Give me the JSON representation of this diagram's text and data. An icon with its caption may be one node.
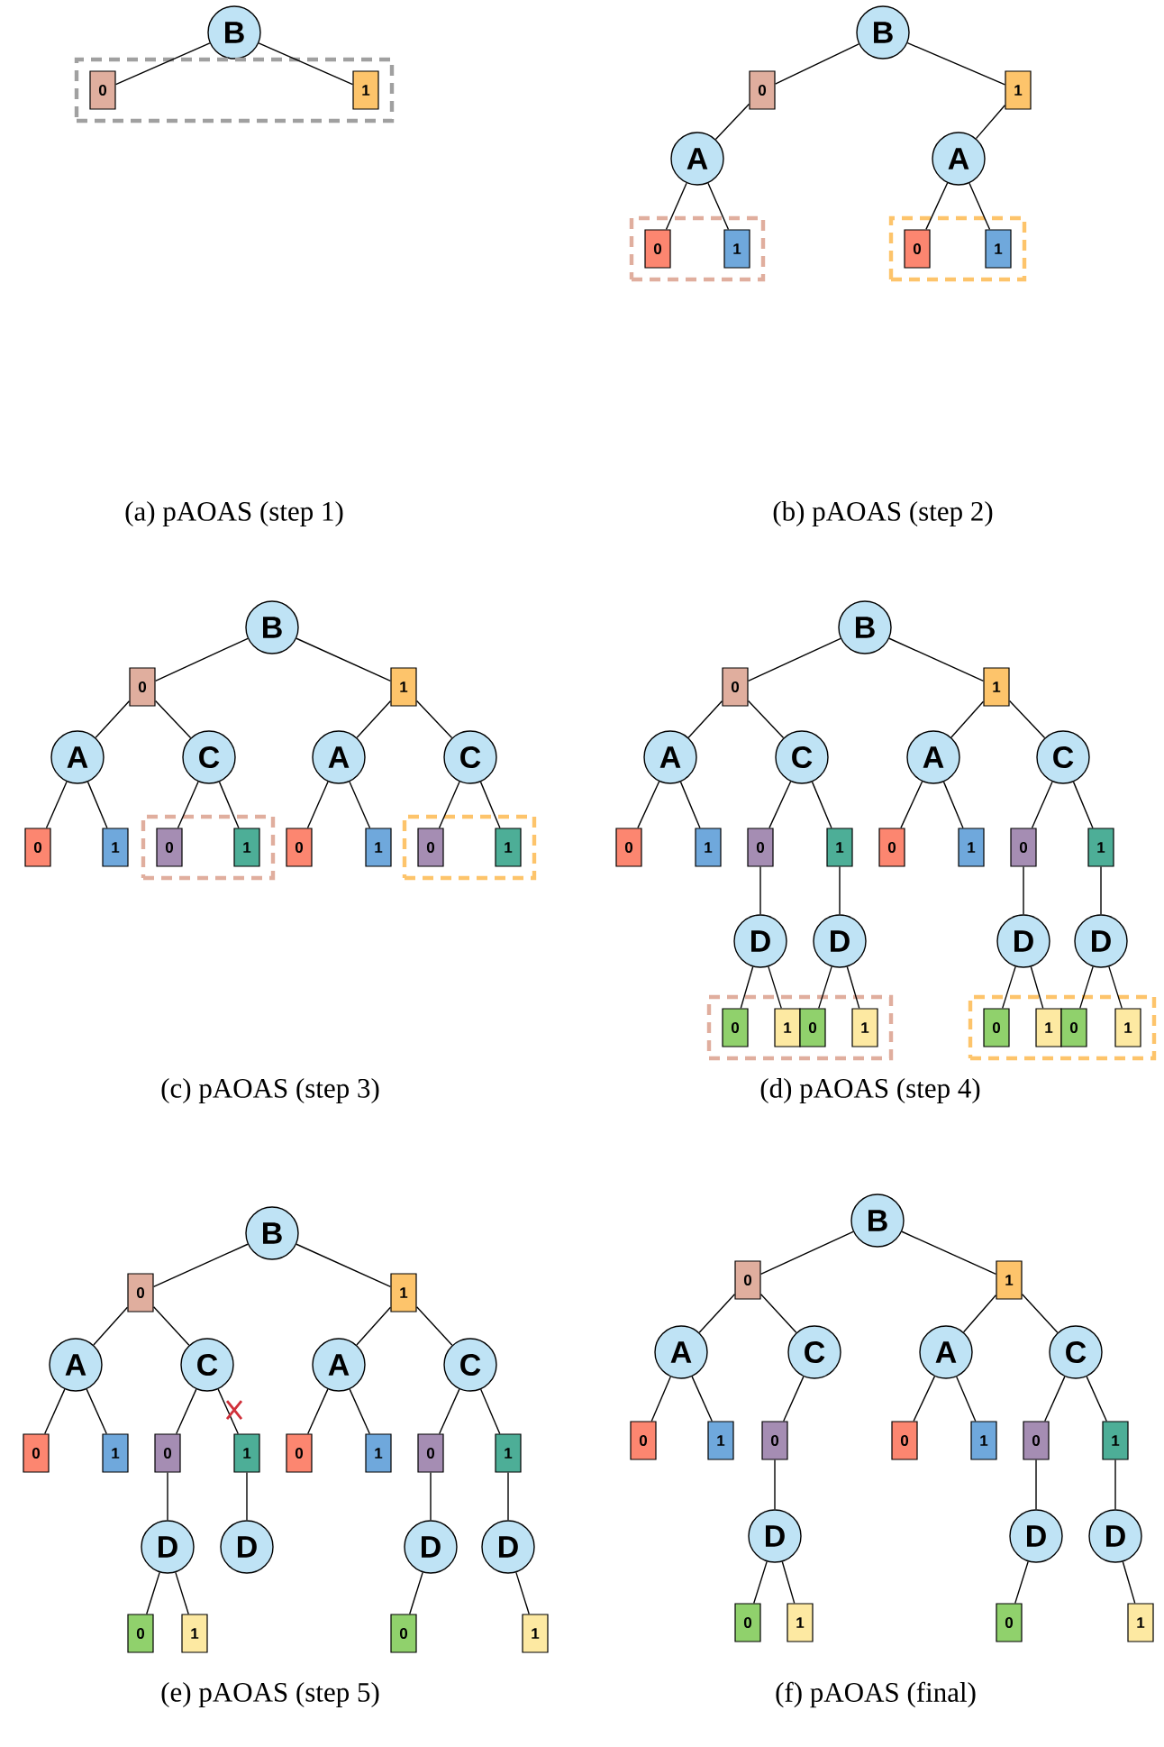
{
  "diagram": {
    "nodes": [
      {
        "text": [
          "B"
        ]
      },
      {
        "text": [],
        "shape": "box"
      },
      {
        "text": [
          "0"
        ],
        "in": 1
      },
      {
        "text": [
          "1"
        ],
        "in": 1
      },
      {
        "text": [
          "B"
        ]
      },
      {
        "text": [
          "0"
        ]
      },
      {
        "text": [
          "1"
        ]
      },
      {
        "text": [
          "A"
        ]
      },
      {
        "text": [
          "A"
        ]
      },
      {
        "text": [],
        "shape": "box"
      },
      {
        "text": [
          "0"
        ],
        "in": 9
      },
      {
        "text": [
          "1"
        ],
        "in": 9
      },
      {
        "text": [],
        "shape": "box"
      },
      {
        "text": [
          "0"
        ],
        "in": 12
      },
      {
        "text": [
          "1"
        ],
        "in": 12
      },
      {
        "text": [
          "B"
        ]
      },
      {
        "text": [
          "0"
        ]
      },
      {
        "text": [
          "1"
        ]
      },
      {
        "text": [
          "A"
        ]
      },
      {
        "text": [
          "C"
        ]
      },
      {
        "text": [
          "A"
        ]
      },
      {
        "text": [
          "C"
        ]
      },
      {
        "text": [
          "0"
        ]
      },
      {
        "text": [
          "1"
        ]
      },
      {
        "text": [],
        "shape": "box"
      },
      {
        "text": [
          "0"
        ],
        "in": 24
      },
      {
        "text": [
          "1"
        ],
        "in": 24
      },
      {
        "text": [
          "0"
        ]
      },
      {
        "text": [
          "1"
        ]
      },
      {
        "text": [],
        "shape": "box"
      },
      {
        "text": [
          "0"
        ],
        "in": 29
      },
      {
        "text": [
          "1"
        ],
        "in": 29
      },
      {
        "text": [
          "B"
        ]
      },
      {
        "text": [
          "0"
        ]
      },
      {
        "text": [
          "1"
        ]
      },
      {
        "text": [
          "A"
        ]
      },
      {
        "text": [
          "C"
        ]
      },
      {
        "text": [
          "A"
        ]
      },
      {
        "text": [
          "C"
        ]
      },
      {
        "text": [
          "0"
        ]
      },
      {
        "text": [
          "1"
        ]
      },
      {
        "text": [
          "0"
        ]
      },
      {
        "text": [
          "1"
        ]
      },
      {
        "text": [
          "0"
        ]
      },
      {
        "text": [
          "1"
        ]
      },
      {
        "text": [
          "0"
        ]
      },
      {
        "text": [
          "1"
        ]
      },
      {
        "text": [
          "D"
        ]
      },
      {
        "text": [
          "D"
        ]
      },
      {
        "text": [
          "D"
        ]
      },
      {
        "text": [
          "D"
        ]
      },
      {
        "text": [],
        "shape": "box"
      },
      {
        "text": [
          "0"
        ],
        "in": 51
      },
      {
        "text": [
          "1"
        ],
        "in": 51
      },
      {
        "text": [
          "0"
        ],
        "in": 51
      },
      {
        "text": [
          "1"
        ],
        "in": 51
      },
      {
        "text": [],
        "shape": "box"
      },
      {
        "text": [
          "0"
        ],
        "in": 56
      },
      {
        "text": [
          "1"
        ],
        "in": 56
      },
      {
        "text": [
          "0"
        ],
        "in": 56
      },
      {
        "text": [
          "1"
        ],
        "in": 56
      },
      {
        "text": [
          "B"
        ]
      },
      {
        "text": [
          "0"
        ]
      },
      {
        "text": [
          "1"
        ]
      },
      {
        "text": [
          "A"
        ]
      },
      {
        "text": [
          "C"
        ]
      },
      {
        "text": [
          "A"
        ]
      },
      {
        "text": [
          "C"
        ]
      },
      {
        "text": [
          "0"
        ]
      },
      {
        "text": [
          "1"
        ]
      },
      {
        "text": [
          "0"
        ]
      },
      {
        "text": [
          "1"
        ]
      },
      {
        "text": [
          "0"
        ]
      },
      {
        "text": [
          "1"
        ]
      },
      {
        "text": [
          "0"
        ]
      },
      {
        "text": [
          "1"
        ]
      },
      {
        "text": [
          "D"
        ]
      },
      {
        "text": [
          "D"
        ]
      },
      {
        "text": [
          "D"
        ]
      },
      {
        "text": [
          "D"
        ]
      },
      {
        "text": [
          "0"
        ]
      },
      {
        "text": [
          "1"
        ]
      },
      {
        "text": [
          "0"
        ]
      },
      {
        "text": [
          "1"
        ]
      },
      {
        "text": [
          "B"
        ]
      },
      {
        "text": [
          "0"
        ]
      },
      {
        "text": [
          "1"
        ]
      },
      {
        "text": [
          "A"
        ]
      },
      {
        "text": [
          "C"
        ]
      },
      {
        "text": [
          "A"
        ]
      },
      {
        "text": [
          "C"
        ]
      },
      {
        "text": [
          "0"
        ]
      },
      {
        "text": [
          "1"
        ]
      },
      {
        "text": [
          "0"
        ]
      },
      {
        "text": [
          "0"
        ]
      },
      {
        "text": [
          "1"
        ]
      },
      {
        "text": [
          "0"
        ]
      },
      {
        "text": [
          "1"
        ]
      },
      {
        "text": [
          "D"
        ]
      },
      {
        "text": [
          "D"
        ]
      },
      {
        "text": [
          "D"
        ]
      },
      {
        "text": [
          "0"
        ]
      },
      {
        "text": [
          "1"
        ]
      },
      {
        "text": [
          "0"
        ]
      },
      {
        "text": [
          "1"
        ]
      }
    ],
    "edges": [
      {
        "from": 0,
        "to": 2,
        "arrow": "none"
      },
      {
        "from": 0,
        "to": 3,
        "arrow": "none"
      },
      {
        "from": 4,
        "to": 5,
        "arrow": "none"
      },
      {
        "from": 4,
        "to": 6,
        "arrow": "none"
      },
      {
        "from": 5,
        "to": 7,
        "arrow": "none"
      },
      {
        "from": 6,
        "to": 8,
        "arrow": "none"
      },
      {
        "from": 7,
        "to": 10,
        "arrow": "none"
      },
      {
        "from": 7,
        "to": 11,
        "arrow": "none"
      },
      {
        "from": 8,
        "to": 13,
        "arrow": "none"
      },
      {
        "from": 8,
        "to": 14,
        "arrow": "none"
      },
      {
        "from": 15,
        "to": 16,
        "arrow": "none"
      },
      {
        "from": 15,
        "to": 17,
        "arrow": "none"
      },
      {
        "from": 16,
        "to": 18,
        "arrow": "none"
      },
      {
        "from": 16,
        "to": 19,
        "arrow": "none"
      },
      {
        "from": 17,
        "to": 20,
        "arrow": "none"
      },
      {
        "from": 17,
        "to": 21,
        "arrow": "none"
      },
      {
        "from": 18,
        "to": 22,
        "arrow": "none"
      },
      {
        "from": 18,
        "to": 23,
        "arrow": "none"
      },
      {
        "from": 19,
        "to": 25,
        "arrow": "none"
      },
      {
        "from": 19,
        "to": 26,
        "arrow": "none"
      },
      {
        "from": 20,
        "to": 27,
        "arrow": "none"
      },
      {
        "from": 20,
        "to": 28,
        "arrow": "none"
      },
      {
        "from": 21,
        "to": 30,
        "arrow": "none"
      },
      {
        "from": 21,
        "to": 31,
        "arrow": "none"
      },
      {
        "from": 32,
        "to": 33,
        "arrow": "none"
      },
      {
        "from": 32,
        "to": 34,
        "arrow": "none"
      },
      {
        "from": 33,
        "to": 35,
        "arrow": "none"
      },
      {
        "from": 33,
        "to": 36,
        "arrow": "none"
      },
      {
        "from": 34,
        "to": 37,
        "arrow": "none"
      },
      {
        "from": 34,
        "to": 38,
        "arrow": "none"
      },
      {
        "from": 35,
        "to": 39,
        "arrow": "none"
      },
      {
        "from": 35,
        "to": 40,
        "arrow": "none"
      },
      {
        "from": 36,
        "to": 41,
        "arrow": "none"
      },
      {
        "from": 36,
        "to": 42,
        "arrow": "none"
      },
      {
        "from": 37,
        "to": 43,
        "arrow": "none"
      },
      {
        "from": 37,
        "to": 44,
        "arrow": "none"
      },
      {
        "from": 38,
        "to": 45,
        "arrow": "none"
      },
      {
        "from": 38,
        "to": 46,
        "arrow": "none"
      },
      {
        "from": 41,
        "to": 47,
        "arrow": "none"
      },
      {
        "from": 42,
        "to": 48,
        "arrow": "none"
      },
      {
        "from": 45,
        "to": 49,
        "arrow": "none"
      },
      {
        "from": 46,
        "to": 50,
        "arrow": "none"
      },
      {
        "from": 47,
        "to": 52,
        "arrow": "none"
      },
      {
        "from": 47,
        "to": 53,
        "arrow": "none"
      },
      {
        "from": 48,
        "to": 54,
        "arrow": "none"
      },
      {
        "from": 48,
        "to": 55,
        "arrow": "none"
      },
      {
        "from": 49,
        "to": 57,
        "arrow": "none"
      },
      {
        "from": 49,
        "to": 58,
        "arrow": "none"
      },
      {
        "from": 50,
        "to": 59,
        "arrow": "none"
      },
      {
        "from": 50,
        "to": 60,
        "arrow": "none"
      },
      {
        "from": 61,
        "to": 62,
        "arrow": "none"
      },
      {
        "from": 61,
        "to": 63,
        "arrow": "none"
      },
      {
        "from": 62,
        "to": 64,
        "arrow": "none"
      },
      {
        "from": 62,
        "to": 65,
        "arrow": "none"
      },
      {
        "from": 63,
        "to": 66,
        "arrow": "none"
      },
      {
        "from": 63,
        "to": 67,
        "arrow": "none"
      },
      {
        "from": 64,
        "to": 68,
        "arrow": "none"
      },
      {
        "from": 64,
        "to": 69,
        "arrow": "none"
      },
      {
        "from": 65,
        "to": 70,
        "arrow": "none"
      },
      {
        "from": 65,
        "to": 71,
        "arrow": "none"
      },
      {
        "from": 66,
        "to": 72,
        "arrow": "none"
      },
      {
        "from": 66,
        "to": 73,
        "arrow": "none"
      },
      {
        "from": 67,
        "to": 74,
        "arrow": "none"
      },
      {
        "from": 67,
        "to": 75,
        "arrow": "none"
      },
      {
        "from": 70,
        "to": 76,
        "arrow": "none"
      },
      {
        "from": 71,
        "to": 77,
        "arrow": "none"
      },
      {
        "from": 74,
        "to": 78,
        "arrow": "none"
      },
      {
        "from": 75,
        "to": 79,
        "arrow": "none"
      },
      {
        "from": 76,
        "to": 80,
        "arrow": "none"
      },
      {
        "from": 76,
        "to": 81,
        "arrow": "none"
      },
      {
        "from": 78,
        "to": 82,
        "arrow": "none"
      },
      {
        "from": 79,
        "to": 83,
        "arrow": "none"
      },
      {
        "from": 84,
        "to": 85,
        "arrow": "none"
      },
      {
        "from": 84,
        "to": 86,
        "arrow": "none"
      },
      {
        "from": 85,
        "to": 87,
        "arrow": "none"
      },
      {
        "from": 85,
        "to": 88,
        "arrow": "none"
      },
      {
        "from": 86,
        "to": 89,
        "arrow": "none"
      },
      {
        "from": 86,
        "to": 90,
        "arrow": "none"
      },
      {
        "from": 87,
        "to": 91,
        "arrow": "none"
      },
      {
        "from": 87,
        "to": 92,
        "arrow": "none"
      },
      {
        "from": 88,
        "to": 93,
        "arrow": "none"
      },
      {
        "from": 89,
        "to": 94,
        "arrow": "none"
      },
      {
        "from": 89,
        "to": 95,
        "arrow": "none"
      },
      {
        "from": 90,
        "to": 96,
        "arrow": "none"
      },
      {
        "from": 90,
        "to": 97,
        "arrow": "none"
      },
      {
        "from": 93,
        "to": 98,
        "arrow": "none"
      },
      {
        "from": 96,
        "to": 99,
        "arrow": "none"
      },
      {
        "from": 97,
        "to": 100,
        "arrow": "none"
      },
      {
        "from": 98,
        "to": 101,
        "arrow": "none"
      },
      {
        "from": 98,
        "to": 102,
        "arrow": "none"
      },
      {
        "from": 99,
        "to": 103,
        "arrow": "none"
      },
      {
        "from": 100,
        "to": 104,
        "arrow": "none"
      }
    ],
    "labels": [
      "(a) pAOAS (step 1)",
      "(b) pAOAS (step 2)",
      "(c) pAOAS (step 3)",
      "(d) pAOAS (step 4)",
      "(e) pAOAS (step 5)",
      "(f) pAOAS (final)"
    ]
  }
}
